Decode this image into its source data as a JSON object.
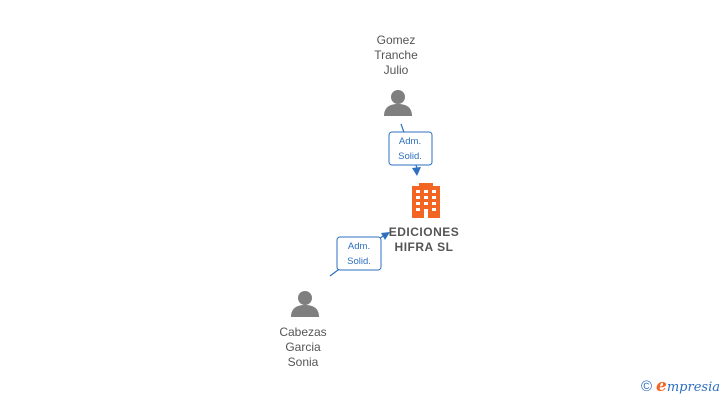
{
  "persons": [
    {
      "name": "Gomez\nTranche\nJulio"
    },
    {
      "name": "Cabezas\nGarcia\nSonia"
    }
  ],
  "company": {
    "name": "EDICIONES\nHIFRA  SL",
    "color": "#f26522"
  },
  "relations": [
    {
      "label": "Adm.\nSolid."
    },
    {
      "label": "Adm.\nSolid."
    }
  ],
  "colors": {
    "person_icon": "#7f7f7f",
    "edge": "#2e6fc0",
    "text": "#555555"
  },
  "brand": {
    "copyright_symbol": "©",
    "e": "e",
    "rest": "mpresia"
  }
}
